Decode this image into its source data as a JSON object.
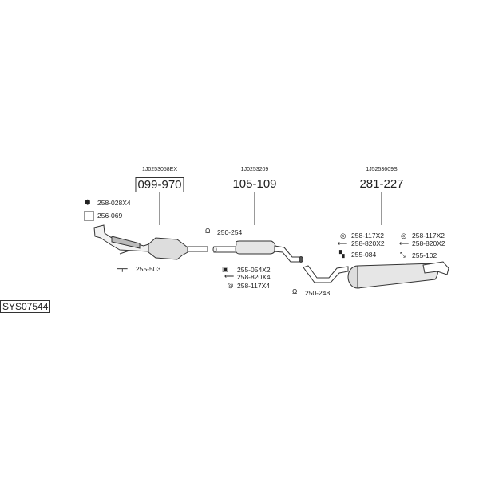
{
  "diagram_id": "SYS07544",
  "assemblies": [
    {
      "oe_number": "1J0253058EX",
      "part_number": "099-970"
    },
    {
      "oe_number": "1J0253209",
      "part_number": "105-109"
    },
    {
      "oe_number": "1J5253609S",
      "part_number": "281-227"
    }
  ],
  "fittings": {
    "front": [
      "258-028X4",
      "256-069",
      "255-503"
    ],
    "middle": [
      "250-254",
      "255-054X2",
      "258-820X4",
      "258-117X4"
    ],
    "rear_left": [
      "258-117X2",
      "258-820X2",
      "255-084"
    ],
    "rear_right": [
      "258-117X2",
      "258-820X2",
      "255-102"
    ],
    "rear_clamp": "250-248"
  }
}
